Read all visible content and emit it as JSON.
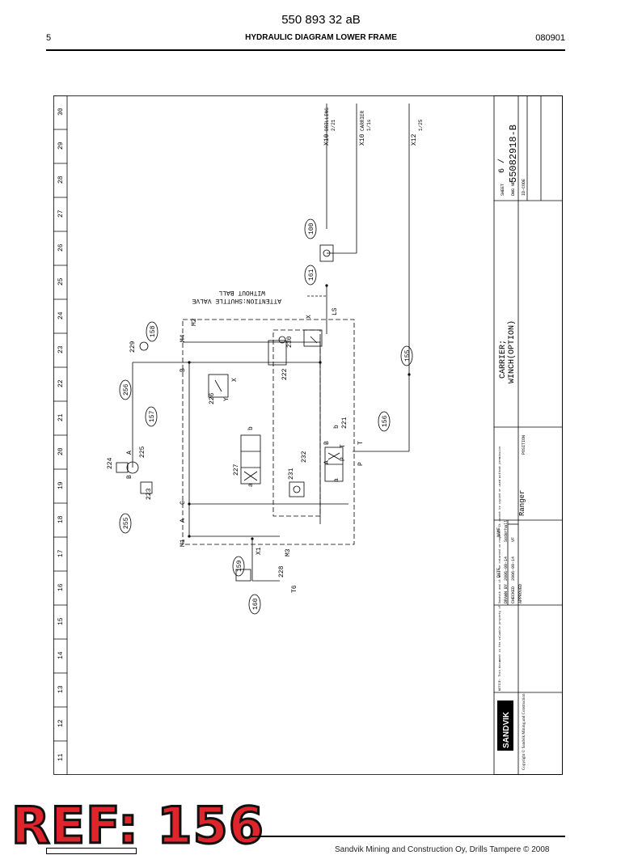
{
  "header": {
    "doc_id": "550 893 32 aB",
    "page_number": "5",
    "title": "HYDRAULIC DIAGRAM LOWER FRAME",
    "code": "080901"
  },
  "grid": {
    "columns": [
      "11",
      "12",
      "13",
      "14",
      "15",
      "16",
      "17",
      "18",
      "19",
      "20",
      "21",
      "22",
      "23",
      "24",
      "25",
      "26",
      "27",
      "28",
      "29",
      "30"
    ]
  },
  "ports": {
    "x10_drilling": "X10",
    "x10_drilling_label": "DRILLING",
    "x10_drilling_ref": "2/21",
    "x10_carrier": "X10",
    "x10_carrier_label": "CARRIER",
    "x10_carrier_ref": "1/1s",
    "x12": "X12",
    "x12_ref": "1/25",
    "t6": "T6"
  },
  "callouts": [
    "100",
    "161",
    "158",
    "155",
    "256",
    "157",
    "156",
    "255",
    "159",
    "160"
  ],
  "components": {
    "c224": "224",
    "c225": "225",
    "c223": "223",
    "c229": "229",
    "c226": "226",
    "c222": "222",
    "c230": "230",
    "c227": "227",
    "c232": "232",
    "c231": "231",
    "c221": "221",
    "c228": "228"
  },
  "port_labels": {
    "A": "A",
    "B": "B",
    "G": "G",
    "M1": "M1",
    "M2": "M2",
    "M3": "M3",
    "M4": "M4",
    "X": "X",
    "Y": "Y",
    "LS": "LS",
    "X1": "X1",
    "P": "P",
    "T": "T",
    "a": "a",
    "b": "b"
  },
  "note": {
    "line1": "ATTENTION:SHUTTLE VALVE",
    "line2": "WITHOUT BALL"
  },
  "title_block": {
    "subject_line1": "CARRIER;",
    "subject_line2": "WINCH(OPTION)",
    "sheet_label": "SHEET",
    "sheet_value": "6 /",
    "dwg_label": "DWG NR",
    "dwg_number": "55082918-B",
    "id_code_label": "ID-CODE",
    "position_label": "POSITION",
    "product": "Ranger",
    "date_label": "DATE",
    "name_label": "NAME",
    "drawn_label": "DRAWN BY",
    "drawn_date": "2006-09-14",
    "drawn_name": "Soderhall",
    "checked_label": "CHECKED",
    "checked_date": "2006-09-14",
    "checked_name": "VF",
    "approved_label": "APPROVED",
    "brand": "SANDVIK",
    "copyright": "Copyright © Sandvik Mining and Construction",
    "notice": "NOTICE: This document is the valuable property of Sandvik and it must be returned on request. It cannot be copied or used without permission"
  },
  "ref": "REF: 156",
  "footer": {
    "text": "Sandvik Mining and Construction Oy, Drills Tampere © 2008"
  },
  "colors": {
    "ref_fill": "#e0242b",
    "ink": "#000000"
  }
}
